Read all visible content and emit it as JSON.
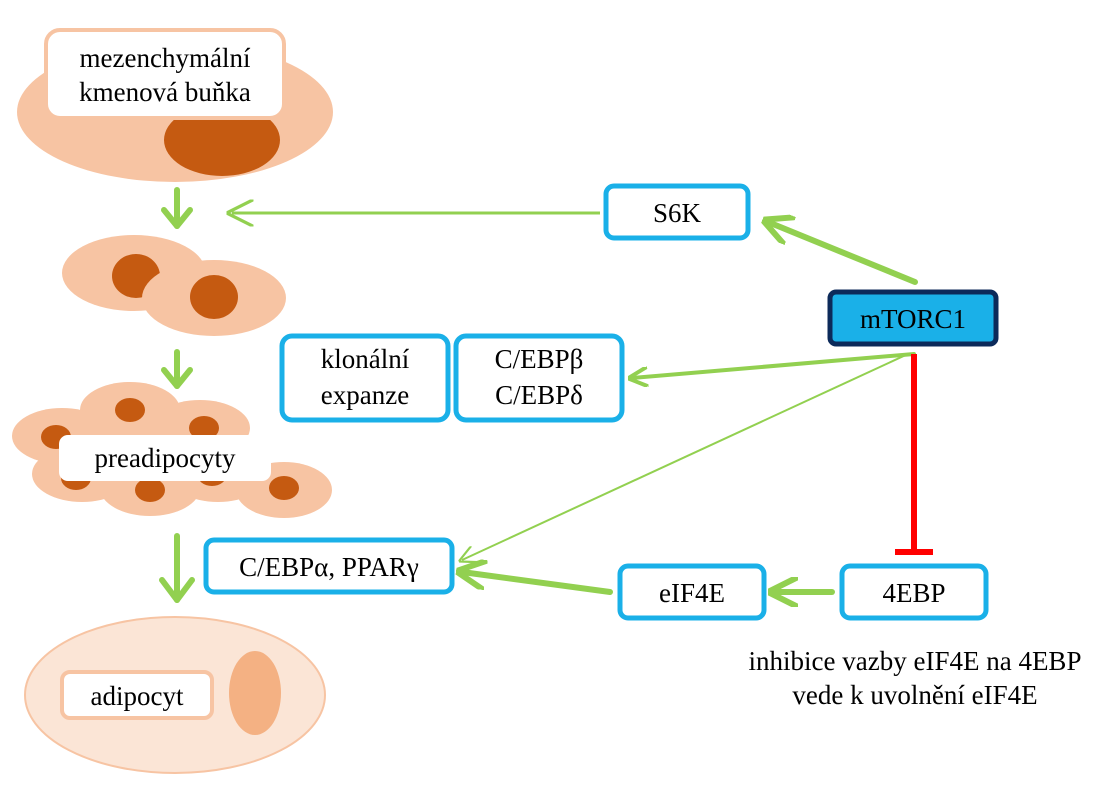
{
  "colors": {
    "cell_fill": "#f7c4a3",
    "nucleus_fill": "#c55a11",
    "adipocyte_fill": "#fbe5d6",
    "adipocyte_droplet": "#f4b183",
    "label_box_border": "#f7c4a3",
    "node_border": "#1ab0e8",
    "mtorc_fill": "#1ab0e8",
    "mtorc_border": "#0c2a5a",
    "activation_arrow": "#92d050",
    "inhibition": "#ff0000"
  },
  "stages": {
    "msc_line1": "mezenchymální",
    "msc_line2": "kmenová buňka",
    "preadipocyte": "preadipocyty",
    "adipocyte": "adipocyt"
  },
  "nodes": {
    "s6k": "S6K",
    "mtorc1": "mTORC1",
    "clonal_line1": "klonální",
    "clonal_line2": "expanze",
    "cebp_bd_line1": "C/EBPβ",
    "cebp_bd_line2": "C/EBPδ",
    "cebp_a_ppar": "C/EBPα, PPARγ",
    "eif4e": "eIF4E",
    "ebp4": "4EBP"
  },
  "notes": {
    "inhibition_line1": "inhibice vazby eIF4E na 4EBP",
    "inhibition_line2": "vede k uvolnění eIF4E"
  }
}
